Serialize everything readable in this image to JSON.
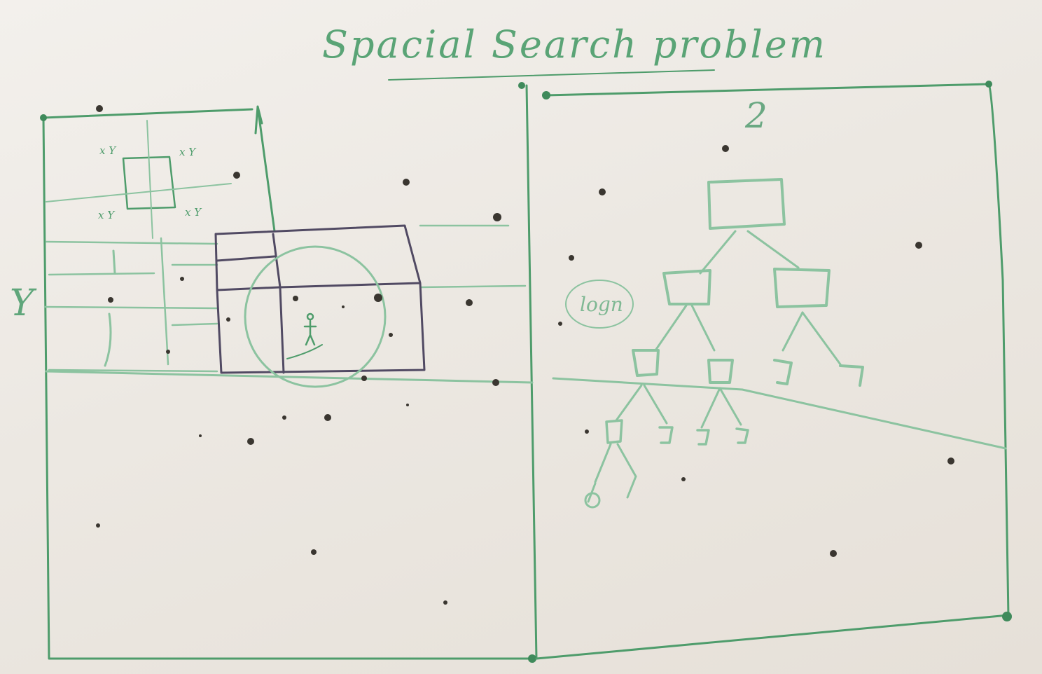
{
  "board": {
    "title": "Spacial Search problem",
    "left_panel": {
      "axis_label": "Y",
      "corner_labels": [
        "x Y",
        "x Y",
        "x Y",
        "x Y"
      ]
    },
    "right_panel": {
      "number_label": "2",
      "complexity_label": "logn"
    }
  },
  "colors": {
    "board": "#efebe5",
    "marker_green": "#4e9c6b",
    "marker_pale_green": "#8cc3a0",
    "marker_purple": "#514a63",
    "dots": "#3a3630"
  }
}
